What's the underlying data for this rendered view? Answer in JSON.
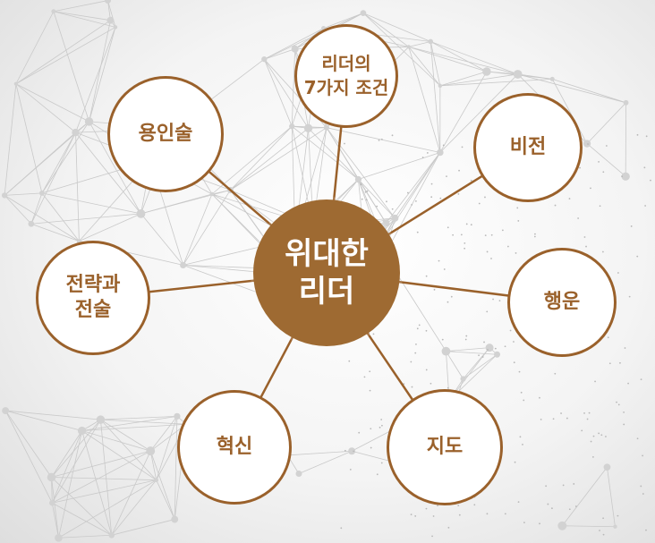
{
  "colors": {
    "accent": "#9a612b",
    "center_fill": "#9e6a32",
    "node_fill": "#ffffff",
    "connector": "#9a612b"
  },
  "center": {
    "label": "위대한\n리더"
  },
  "nodes": [
    {
      "id": "seven-conditions",
      "label": "리더의\n7가지 조건"
    },
    {
      "id": "vision",
      "label": "비전"
    },
    {
      "id": "luck",
      "label": "행운"
    },
    {
      "id": "guidance",
      "label": "지도"
    },
    {
      "id": "innovation",
      "label": "혁신"
    },
    {
      "id": "strategy-tactics",
      "label": "전략과\n전술"
    },
    {
      "id": "personnel",
      "label": "용인술"
    }
  ]
}
